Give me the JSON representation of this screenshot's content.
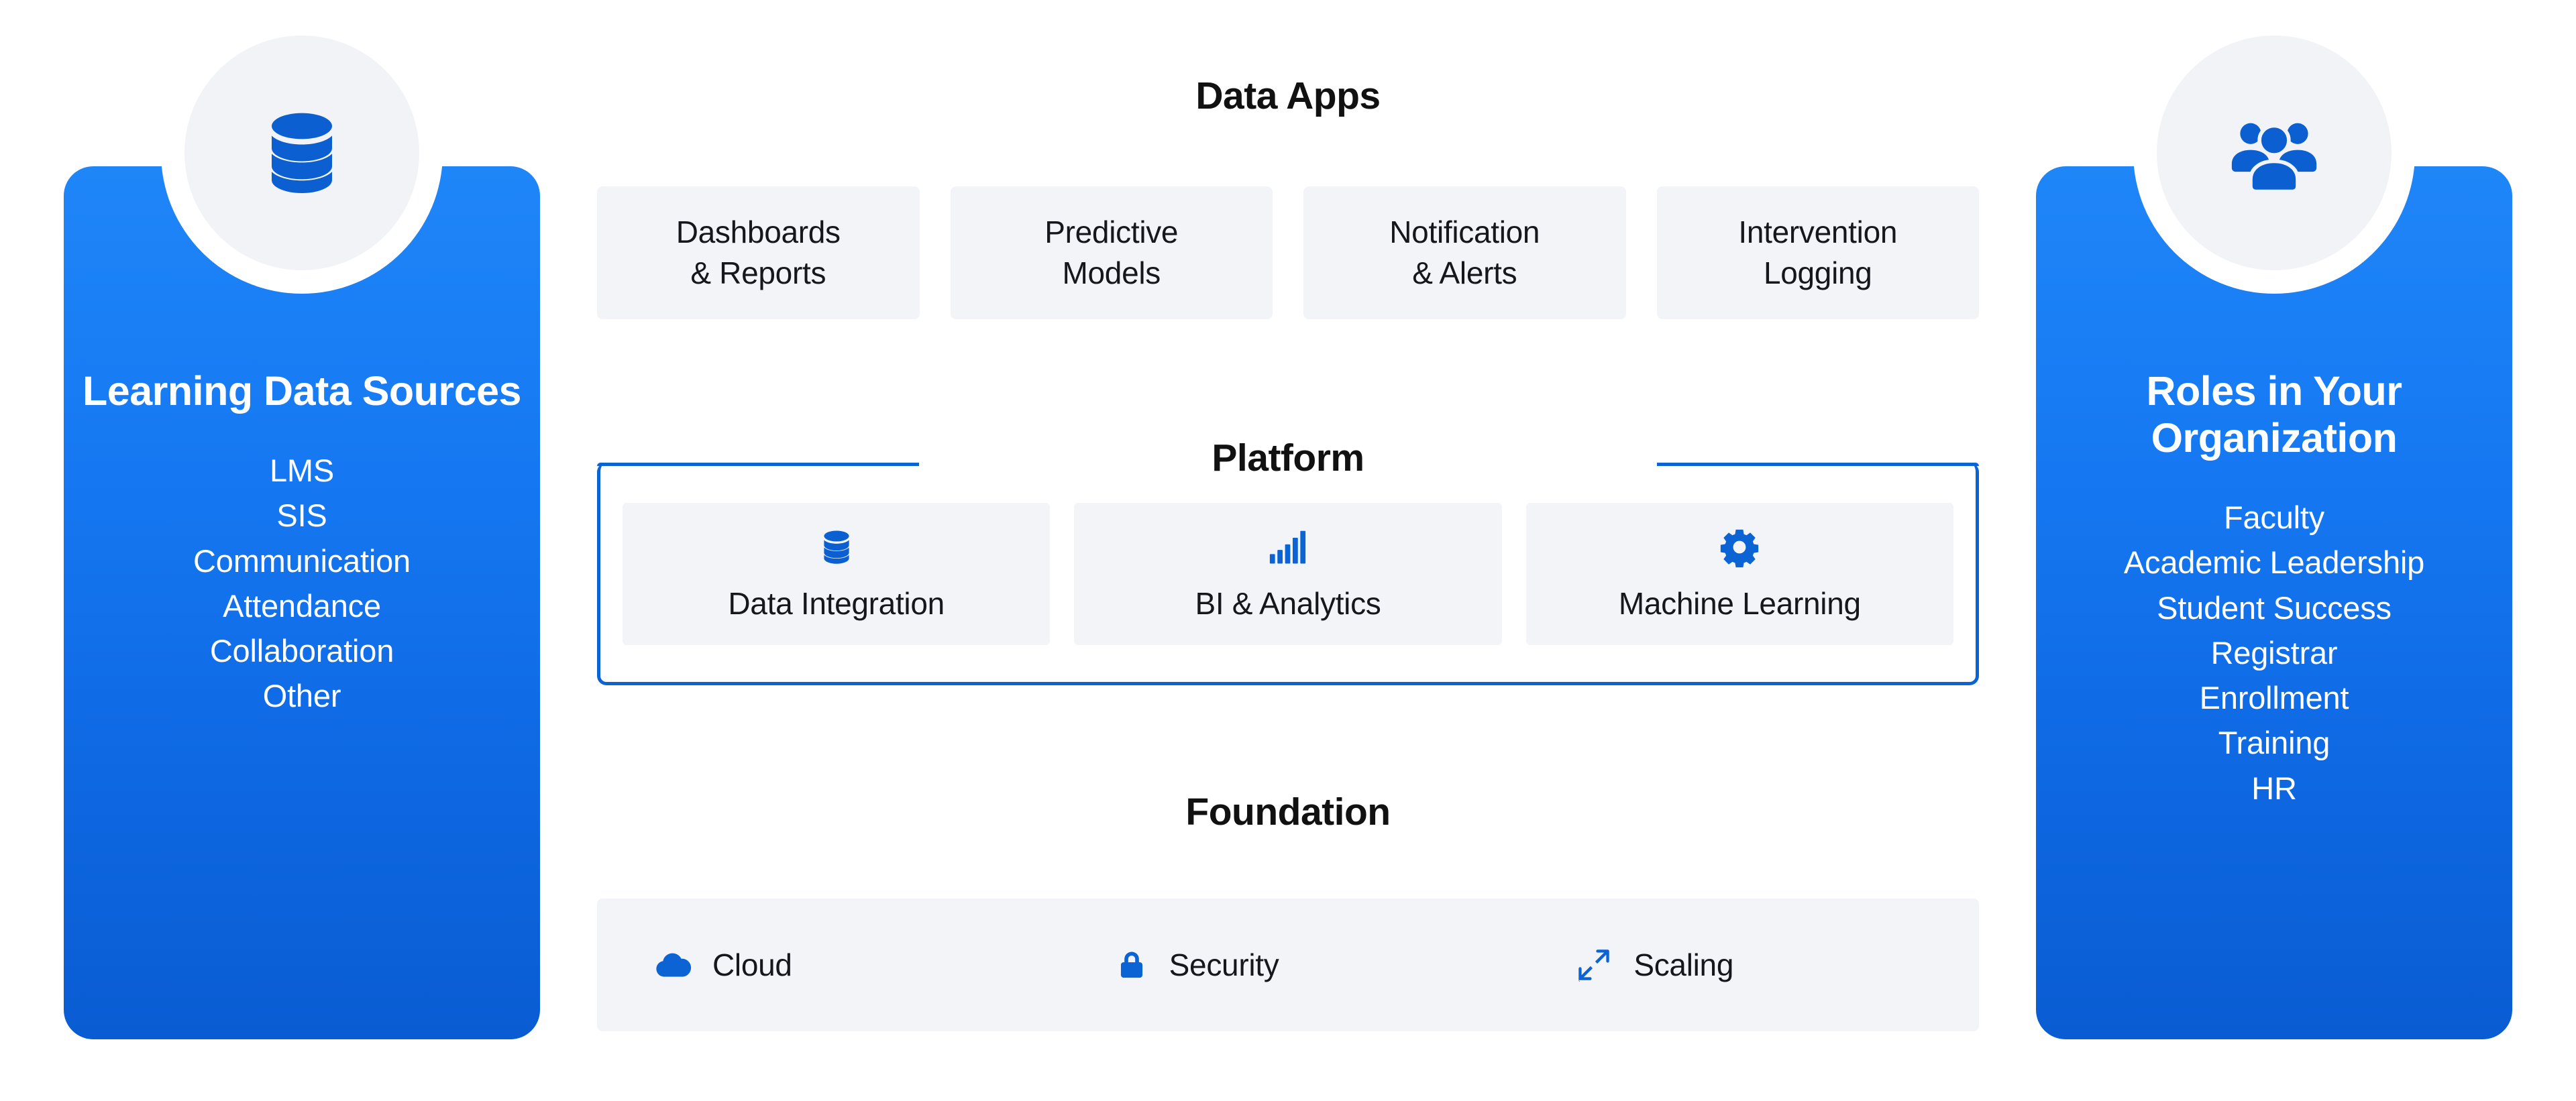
{
  "colors": {
    "brand_blue": "#0b63d4",
    "panel_gradient_top": "#1f86f8",
    "panel_gradient_bottom": "#0a5cd2",
    "card_background": "#f2f4f8",
    "badge_background": "#f1f3f7",
    "page_background": "#ffffff",
    "text_dark": "#15171c",
    "text_on_panel": "#ffffff"
  },
  "left_panel": {
    "icon": "database-icon",
    "title": "Learning Data Sources",
    "items": [
      "LMS",
      "SIS",
      "Communication",
      "Attendance",
      "Collaboration",
      "Other"
    ]
  },
  "right_panel": {
    "icon": "people-group-icon",
    "title": "Roles in Your Organization",
    "items": [
      "Faculty",
      "Academic Leadership",
      "Student Success",
      "Registrar",
      "Enrollment",
      "Training",
      "HR"
    ]
  },
  "data_apps": {
    "heading": "Data Apps",
    "cards": [
      "Dashboards\n& Reports",
      "Predictive\nModels",
      "Notification\n& Alerts",
      "Intervention\nLogging"
    ]
  },
  "platform": {
    "heading": "Platform",
    "cards": [
      {
        "icon": "database-icon",
        "label": "Data Integration"
      },
      {
        "icon": "bar-chart-icon",
        "label": "BI & Analytics"
      },
      {
        "icon": "gear-icon",
        "label": "Machine Learning"
      }
    ]
  },
  "foundation": {
    "heading": "Foundation",
    "items": [
      {
        "icon": "cloud-icon",
        "label": "Cloud"
      },
      {
        "icon": "lock-icon",
        "label": "Security"
      },
      {
        "icon": "expand-arrows-icon",
        "label": "Scaling"
      }
    ]
  }
}
